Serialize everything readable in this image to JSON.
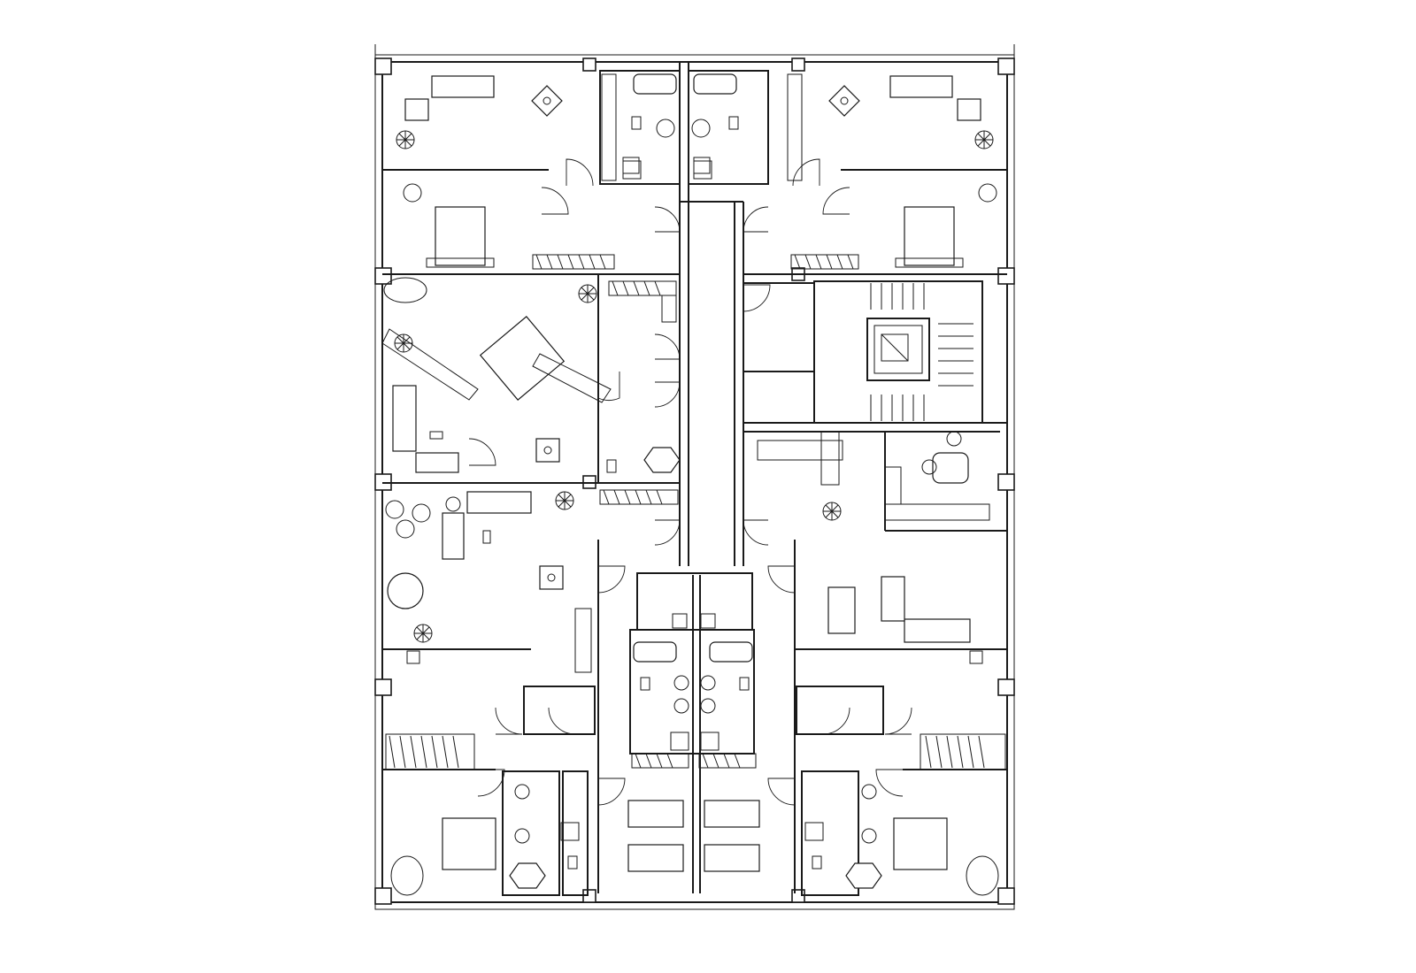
{
  "drawing": {
    "kind": "architectural floor plan",
    "units_per_floor": 6,
    "has_text_labels": false
  },
  "colors": {
    "background": "#ffffff",
    "line": "#1a1a1a"
  },
  "symbols": [
    "structural-column",
    "interior-door",
    "bed",
    "sofa",
    "dining-table",
    "bathtub",
    "toilet",
    "sink",
    "shower",
    "wardrobe",
    "kitchen-counter",
    "potted-plant",
    "armchair",
    "staircase",
    "elevator"
  ]
}
